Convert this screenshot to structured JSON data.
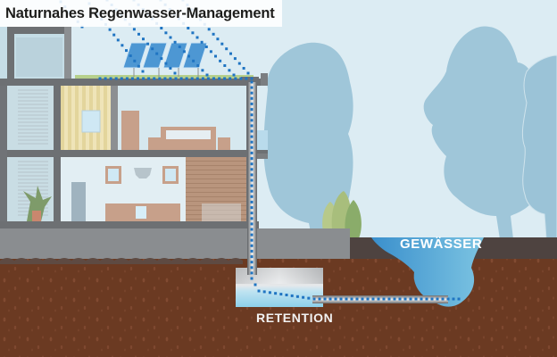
{
  "title": "Naturnahes Regenwasser-Management",
  "labels": {
    "water_body": "GEWÄSSER",
    "retention": "RETENTION"
  },
  "illustration": {
    "elements": [
      "house-cross-section",
      "solar-panels",
      "green-roof",
      "rain-lines",
      "downpipe",
      "retention-tank",
      "drain-pipe",
      "pond",
      "trees",
      "shrubs",
      "soil"
    ]
  },
  "colors": {
    "sky": "#dcecf3",
    "tree": "#9fc6d9",
    "soil": "#6b3a22",
    "soil_top": "#4e4340",
    "ground_gray": "#8a8d90",
    "wall": "#6d7073",
    "water_light": "#7cc4e2",
    "water_dark": "#3a8fcc",
    "rain_dot": "#1f74c2",
    "label_text": "#ffffff"
  }
}
